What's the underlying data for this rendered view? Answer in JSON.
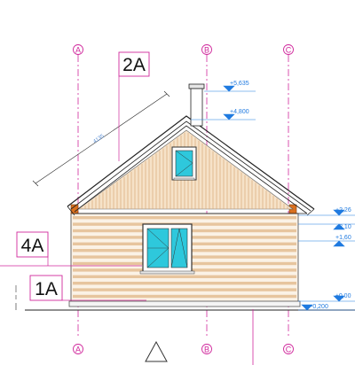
{
  "axes": [
    {
      "id": "a",
      "label": "A"
    },
    {
      "id": "b",
      "label": "B"
    },
    {
      "id": "c",
      "label": "C"
    }
  ],
  "section_marks": {
    "mark_2a": "2A",
    "mark_4a": "4A",
    "mark_1a": "1A"
  },
  "elevation_marks": {
    "ridge_chimney": "+5,635",
    "ridge": "+4,800",
    "eave": "+2,26",
    "window_top": "+2,10",
    "window_sill": "+1,60",
    "floor": "±0,00",
    "ground": "-0,200"
  },
  "dimensions": {
    "roof_slope": "4135"
  },
  "colors": {
    "axis_magenta": "#d0289c",
    "wood_siding": "#e7c59e",
    "window_glass": "#2ec8dc",
    "elevation_blue": "#1f7ae0",
    "corner_post": "#d9701f"
  }
}
